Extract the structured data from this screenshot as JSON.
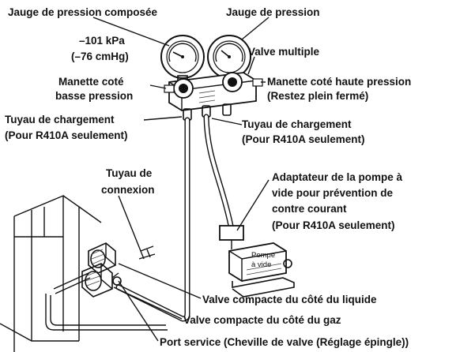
{
  "labels": {
    "compound_gauge": "Jauge de pression composée",
    "pressure_gauge": "Jauge de pression",
    "vacuum_reading_kpa": "–101 kPa",
    "vacuum_reading_cmhg": "(–76 cmHg)",
    "manifold_valve": "Valve multiple",
    "low_handle_line1": "Manette coté",
    "low_handle_line2": "basse pression",
    "high_handle_line1": "Manette coté haute pression",
    "high_handle_line2": "(Restez plein fermé)",
    "charge_hose_left_line1": "Tuyau de chargement",
    "charge_hose_left_line2": "(Pour R410A seulement)",
    "charge_hose_right_line1": "Tuyau de chargement",
    "charge_hose_right_line2": "(Pour R410A seulement)",
    "connection_pipe_line1": "Tuyau de",
    "connection_pipe_line2": "connexion",
    "adapter_line1": "Adaptateur de la pompe à",
    "adapter_line2": "vide pour prévention de",
    "adapter_line3": "contre courant",
    "adapter_line4": "(Pour R410A seulement)",
    "pump_line1": "Pompe",
    "pump_line2": "à vide",
    "liquid_valve": "Valve compacte du côté du liquide",
    "gas_valve": "Valve compacte du côté du gaz",
    "service_port": "Port service (Cheville de valve (Réglage épingle))"
  }
}
